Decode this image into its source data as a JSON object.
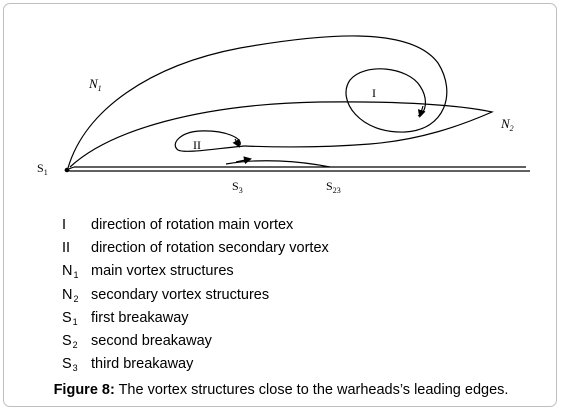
{
  "diagram": {
    "labels": {
      "n1_main": "N",
      "n1_sub": "1",
      "n2_main": "N",
      "n2_sub": "2",
      "s1_main": "S",
      "s1_sub": "1",
      "s3_main": "S",
      "s3_sub": "3",
      "s23_main": "S",
      "s23_sub": "23",
      "main_vortex": "I",
      "secondary_vortex": "II"
    },
    "colors": {
      "line": "#000000",
      "frame": "#bfbfbf"
    }
  },
  "legend": [
    {
      "symbol": "I",
      "sub": "",
      "text": "direction of rotation main vortex"
    },
    {
      "symbol": "II",
      "sub": "",
      "text": "direction of rotation secondary vortex"
    },
    {
      "symbol": "N",
      "sub": "1",
      "text": "main vortex structures"
    },
    {
      "symbol": "N",
      "sub": "2",
      "text": "secondary vortex structures"
    },
    {
      "symbol": "S",
      "sub": "1",
      "text": "first breakaway"
    },
    {
      "symbol": "S",
      "sub": "2",
      "text": "second breakaway"
    },
    {
      "symbol": "S",
      "sub": "3",
      "text": "third breakaway"
    }
  ],
  "caption": {
    "label": "Figure 8:",
    "text": " The vortex structures close to the warheads’s leading edges."
  }
}
